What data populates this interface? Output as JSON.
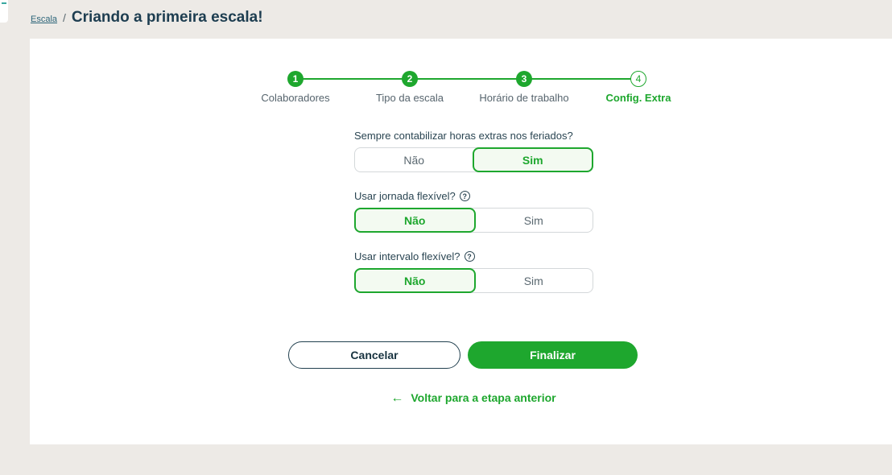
{
  "theme": {
    "accent": "#1ea72e",
    "accent_light": "#f3faf1",
    "title_color": "#1d3d50",
    "muted": "#56646d",
    "border": "#d4d8da",
    "page_bg": "#edeae6"
  },
  "breadcrumb": {
    "parent": "Escala",
    "separator": "/",
    "current": "Criando a primeira escala!"
  },
  "stepper": {
    "steps": [
      {
        "number": "1",
        "label": "Colaboradores",
        "state": "done"
      },
      {
        "number": "2",
        "label": "Tipo da escala",
        "state": "done"
      },
      {
        "number": "3",
        "label": "Horário de trabalho",
        "state": "done"
      },
      {
        "number": "4",
        "label": "Config. Extra",
        "state": "current"
      }
    ]
  },
  "form": {
    "help_icon": "?",
    "toggles": [
      {
        "question": "Sempre contabilizar horas extras nos feriados?",
        "has_help_icon": false,
        "options": [
          "Não",
          "Sim"
        ],
        "selected": "Sim"
      },
      {
        "question": "Usar jornada flexível?",
        "has_help_icon": true,
        "options": [
          "Não",
          "Sim"
        ],
        "selected": "Não"
      },
      {
        "question": "Usar intervalo flexível?",
        "has_help_icon": true,
        "options": [
          "Não",
          "Sim"
        ],
        "selected": "Não"
      }
    ]
  },
  "actions": {
    "cancel_label": "Cancelar",
    "finish_label": "Finalizar",
    "back_arrow": "←",
    "back_link": "Voltar para a etapa anterior"
  }
}
